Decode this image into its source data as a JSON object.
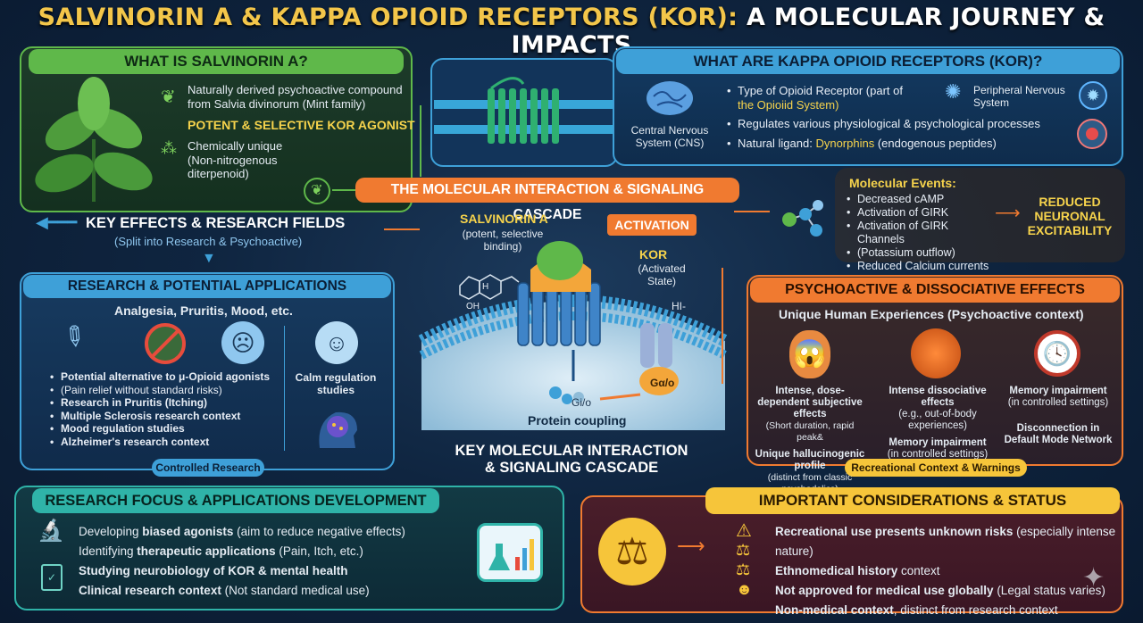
{
  "title": {
    "part1": "SALVINORIN A & KAPPA OPIOID RECEPTORS (KOR):",
    "part2": " A MOLECULAR JOURNEY & IMPACTS"
  },
  "salvinorin": {
    "header": "WHAT IS SALVINORIN A?",
    "line1a": "Naturally derived psychoactive compound",
    "line1b": "from Salvia divinorum (Mint family)",
    "potent": "POTENT & SELECTIVE KOR AGONIST",
    "chem1": "Chemically unique",
    "chem2": "(Non-nitrogenous",
    "chem3": "diterpenoid)"
  },
  "kor": {
    "header": "WHAT ARE KAPPA OPIOID RECEPTORS (KOR)?",
    "cns": "Central Nervous System (CNS)",
    "b1a": "Type of Opioid Receptor (part of",
    "b1b": "the Opioiid System)",
    "b2": "Regulates various physiological & psychological processes",
    "b3a": "Natural ligand: ",
    "b3b": "Dynorphins",
    "b3c": " (endogenous peptides)",
    "pns": "Peripheral Nervous System"
  },
  "cascade": {
    "header": "THE MOLECULAR INTERACTION & SIGNALING CASCADE",
    "salv_label": "SALVINORIN A",
    "salv_sub": "(potent, selective binding)",
    "activation": "ACTIVATION",
    "kor_label": "KOR",
    "kor_sub": "(Activated State)",
    "ion": "HI-",
    "galpha": "Gα/o",
    "gio": "Gi/o",
    "coupling": "Protein coupling",
    "oh": "OH",
    "h": "H",
    "bottom1": "KEY MOLECULAR INTERACTION",
    "bottom2": "& SIGNALING CASCADE"
  },
  "molecular": {
    "header": "Molecular Events:",
    "events": [
      "Decreased cAMP",
      "Activation of GIRK",
      "Activation of GIRK Channels",
      "(Potassium outflow)",
      "Reduced Calcium currents"
    ],
    "result": "REDUCED NEURONAL EXCITABILITY"
  },
  "keyeffects": {
    "title": "KEY EFFECTS & RESEARCH FIELDS",
    "sub": "(Split into Research & Psychoactive)"
  },
  "research": {
    "header": "RESEARCH & POTENTIAL APPLICATIONS",
    "sub": "Analgesia, Pruritis, Mood, etc.",
    "calm": "Calm regulation studies",
    "items": [
      "Potential alternative to μ-Opioid agonists",
      "(Pain relief without standard risks)",
      "Research in Pruritis (Itching)",
      "Multiple Sclerosis research context",
      "Mood regulation studies",
      "Alzheimer's research context"
    ],
    "tag": "Controlled Research"
  },
  "psycho": {
    "header": "PSYCHOACTIVE & DISSOCIATIVE EFFECTS",
    "sub": "Unique Human Experiences (Psychoactive context)",
    "c1a": "Intense, dose-dependent subjective effects",
    "c1b": "(Short duration, rapid peak&",
    "c1c": "Unique hallucinogenic profile",
    "c1d": "(distinct from classic psychedelics)",
    "c2a": "Intense dissociative effects",
    "c2b": "(e.g., out-of-body experiences)",
    "c2c": "Memory impairment",
    "c2d": "(in controlled settings)",
    "c3a": "Memory impairment",
    "c3b": "(in controlled settings)",
    "c3c": "Disconnection in Default Mode Network",
    "tag": "Recreational Context & Warnings"
  },
  "focus": {
    "header": "RESEARCH FOCUS & APPLICATIONS DEVELOPMENT",
    "r1a": "Developing ",
    "r1b": "biased agonists",
    "r1c": " (aim to reduce negative effects)",
    "r2a": "Identifying ",
    "r2b": "therapeutic applications",
    "r2c": " (Pain, Itch, etc.)",
    "r3a": "Studying neurobiology of KOR & mental health",
    "r3c": "",
    "r4a": "Clinical research context",
    "r4c": " (Not standard medical use)"
  },
  "considerations": {
    "header": "IMPORTANT CONSIDERATIONS & STATUS",
    "r1a": "Recreational use presents unknown risks",
    "r1c": " (especially intense nature)",
    "r2a": "Ethnomedical history",
    "r2c": " context",
    "r3a": "Not approved for medical use globally",
    "r3c": " (Legal status varies)",
    "r4a": "Non-medical context",
    "r4c": ", distinct from research context"
  },
  "colors": {
    "green": "#5fb84a",
    "blue": "#3ea0d8",
    "orange": "#f07a30",
    "yellow": "#f6c53a",
    "teal": "#2fb3a8"
  }
}
